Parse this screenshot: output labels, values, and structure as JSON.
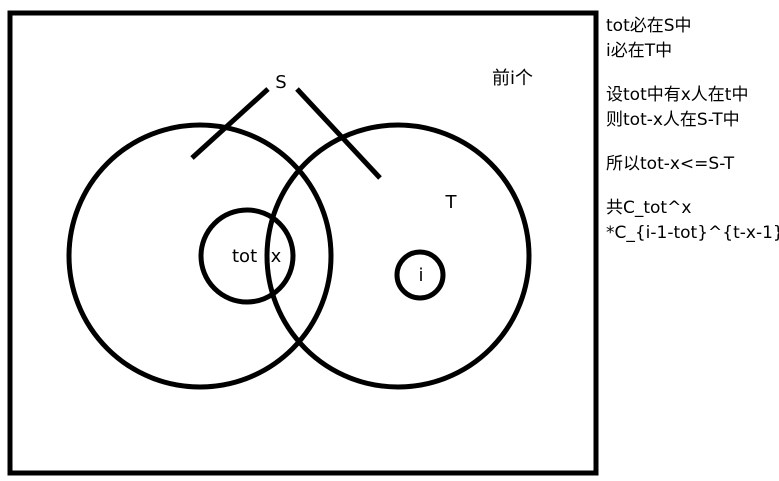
{
  "diagram": {
    "set_s_label": "S",
    "set_t_label": "T",
    "universe_label": "前i个",
    "tot_label": "tot",
    "x_label": "x",
    "i_label": "i"
  },
  "notes": [
    "tot必在S中",
    "i必在T中",
    "设tot中有x人在t中",
    "则tot-x人在S-T中",
    "所以tot-x<=S-T",
    "共C_tot^x",
    "*C_{i-1-tot}^{t-x-1}"
  ]
}
